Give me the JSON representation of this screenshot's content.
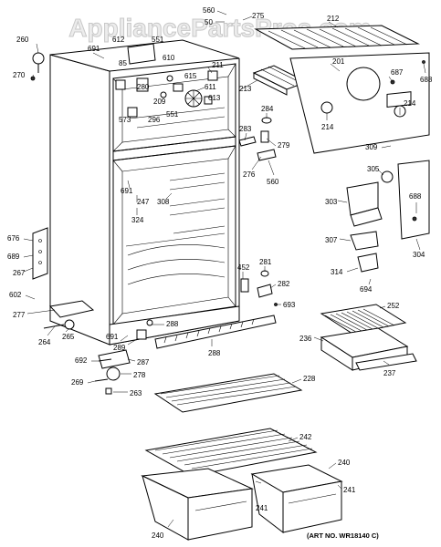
{
  "watermark": "AppliancePartsPros.com",
  "art_number": "(ART NO. WR18140 C)",
  "labels": {
    "l560a": "560",
    "l50": "50",
    "l275": "275",
    "l212": "212",
    "l260": "260",
    "l691a": "691",
    "l612": "612",
    "l551a": "551",
    "l85": "85",
    "l610": "610",
    "l211": "211",
    "l615": "615",
    "l270": "270",
    "l280": "280",
    "l209": "209",
    "l611": "611",
    "l613": "613",
    "l551b": "551",
    "l573": "573",
    "l296": "296",
    "l213": "213",
    "l201": "201",
    "l687": "687",
    "l688a": "688",
    "l284": "284",
    "l214a": "214",
    "l214b": "214",
    "l283": "283",
    "l279": "279",
    "l309": "309",
    "l276": "276",
    "l560b": "560",
    "l691b": "691",
    "l308": "308",
    "l247": "247",
    "l324": "324",
    "l305": "305",
    "l303": "303",
    "l688b": "688",
    "l676": "676",
    "l689": "689",
    "l267": "267",
    "l307": "307",
    "l304": "304",
    "l281": "281",
    "l452": "452",
    "l282": "282",
    "l314": "314",
    "l602": "602",
    "l693": "693",
    "l694": "694",
    "l277": "277",
    "l252": "252",
    "l264": "264",
    "l265": "265",
    "l288a": "288",
    "l236": "236",
    "l691c": "691",
    "l289": "289",
    "l288b": "288",
    "l692": "692",
    "l287": "287",
    "l278": "278",
    "l237": "237",
    "l269": "269",
    "l228": "228",
    "l263": "263",
    "l242": "242",
    "l240a": "240",
    "l241a": "241",
    "l241b": "241",
    "l240b": "240"
  }
}
